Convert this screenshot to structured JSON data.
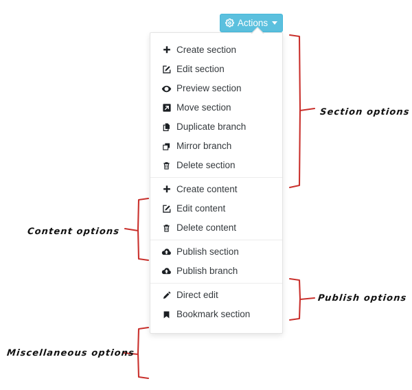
{
  "toolbar": {
    "actions_button": {
      "label": "Actions",
      "icon": "gear-icon",
      "caret_icon": "caret-down-icon",
      "background_color": "#5bc0de",
      "text_color": "#ffffff"
    }
  },
  "dropdown": {
    "groups": [
      {
        "name": "section-options",
        "items": [
          {
            "label": "Create section",
            "icon": "plus-icon"
          },
          {
            "label": "Edit section",
            "icon": "pencil-square-icon"
          },
          {
            "label": "Preview section",
            "icon": "eye-icon"
          },
          {
            "label": "Move section",
            "icon": "move-arrow-icon"
          },
          {
            "label": "Duplicate branch",
            "icon": "copy-icon"
          },
          {
            "label": "Mirror branch",
            "icon": "clone-icon"
          },
          {
            "label": "Delete section",
            "icon": "trash-icon"
          }
        ]
      },
      {
        "name": "content-options",
        "items": [
          {
            "label": "Create content",
            "icon": "plus-icon"
          },
          {
            "label": "Edit content",
            "icon": "pencil-square-icon"
          },
          {
            "label": "Delete content",
            "icon": "trash-icon"
          }
        ]
      },
      {
        "name": "publish-options",
        "items": [
          {
            "label": "Publish section",
            "icon": "cloud-upload-icon"
          },
          {
            "label": "Publish branch",
            "icon": "cloud-upload-icon"
          }
        ]
      },
      {
        "name": "miscellaneous-options",
        "items": [
          {
            "label": "Direct edit",
            "icon": "pencil-icon"
          },
          {
            "label": "Bookmark section",
            "icon": "bookmark-icon"
          }
        ]
      }
    ]
  },
  "annotations": {
    "color": "#c9302c",
    "section": "Section options",
    "content": "Content options",
    "publish": "Publish options",
    "miscellaneous": "Miscellaneous options"
  }
}
